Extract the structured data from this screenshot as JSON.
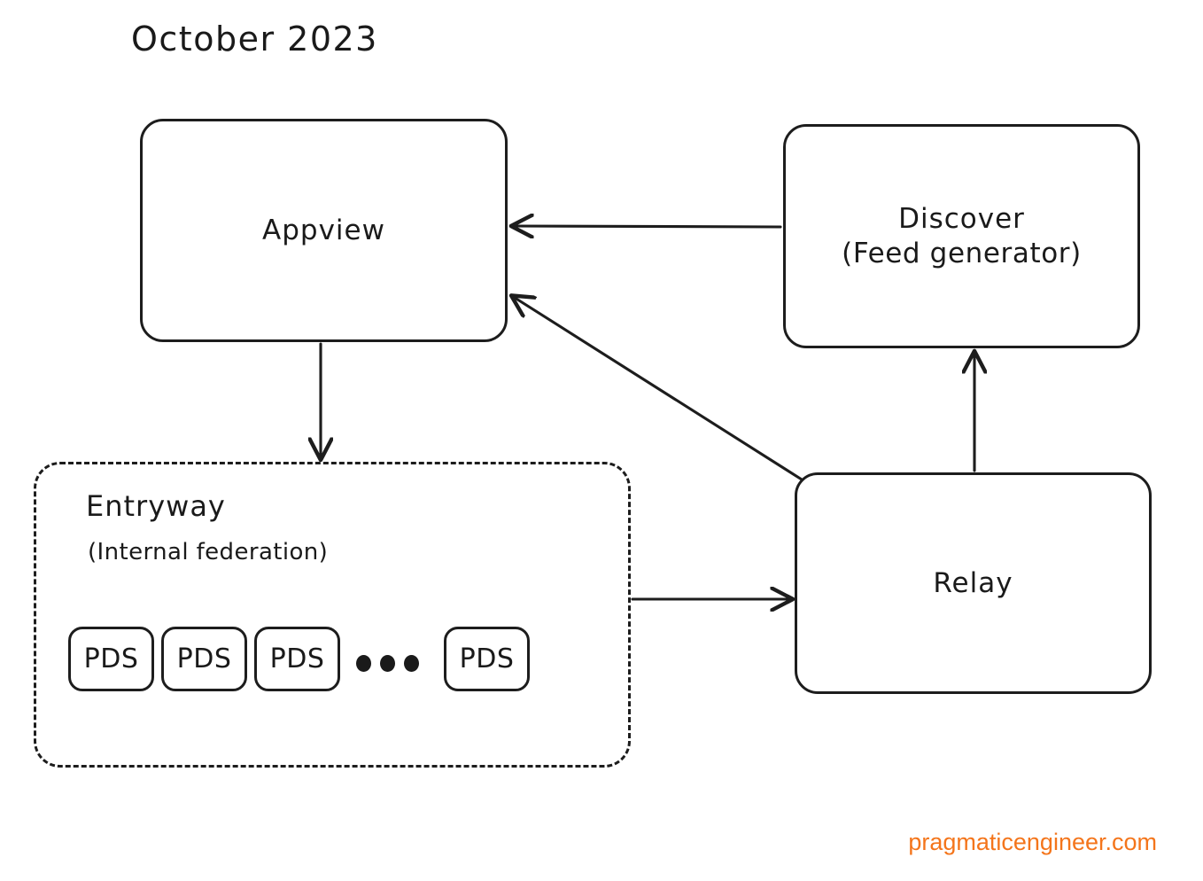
{
  "diagram": {
    "title": "October 2023",
    "background_color": "#ffffff",
    "stroke_color": "#1d1d1d",
    "text_color": "#1a1a1a",
    "accent_color": "#F4751B"
  },
  "nodes": {
    "appview": {
      "label": "Appview",
      "shape": "rounded-rectangle",
      "border_style": "solid"
    },
    "discover": {
      "label": "Discover",
      "sublabel": "(Feed generator)",
      "shape": "rounded-rectangle",
      "border_style": "solid"
    },
    "relay": {
      "label": "Relay",
      "shape": "rounded-rectangle",
      "border_style": "solid"
    }
  },
  "entryway": {
    "title": "Entryway",
    "subtitle": "(Internal federation)",
    "border_style": "dashed",
    "pds_boxes": [
      {
        "label": "PDS"
      },
      {
        "label": "PDS"
      },
      {
        "label": "PDS"
      },
      {
        "label": "PDS"
      }
    ],
    "ellipsis": "•••"
  },
  "edges": [
    {
      "id": "discover-to-appview",
      "from": "Discover (Feed generator)",
      "to": "Appview",
      "direction": "left",
      "style": "solid"
    },
    {
      "id": "relay-to-appview",
      "from": "Relay",
      "to": "Appview",
      "direction": "diagonal-up-left",
      "style": "solid"
    },
    {
      "id": "appview-to-entryway",
      "from": "Appview",
      "to": "Entryway",
      "direction": "down",
      "style": "solid"
    },
    {
      "id": "entryway-to-relay",
      "from": "Entryway",
      "to": "Relay",
      "direction": "right",
      "style": "solid"
    },
    {
      "id": "relay-to-discover",
      "from": "Relay",
      "to": "Discover (Feed generator)",
      "direction": "up",
      "style": "solid"
    }
  ],
  "footer": {
    "watermark": "pragmaticengineer.com"
  }
}
